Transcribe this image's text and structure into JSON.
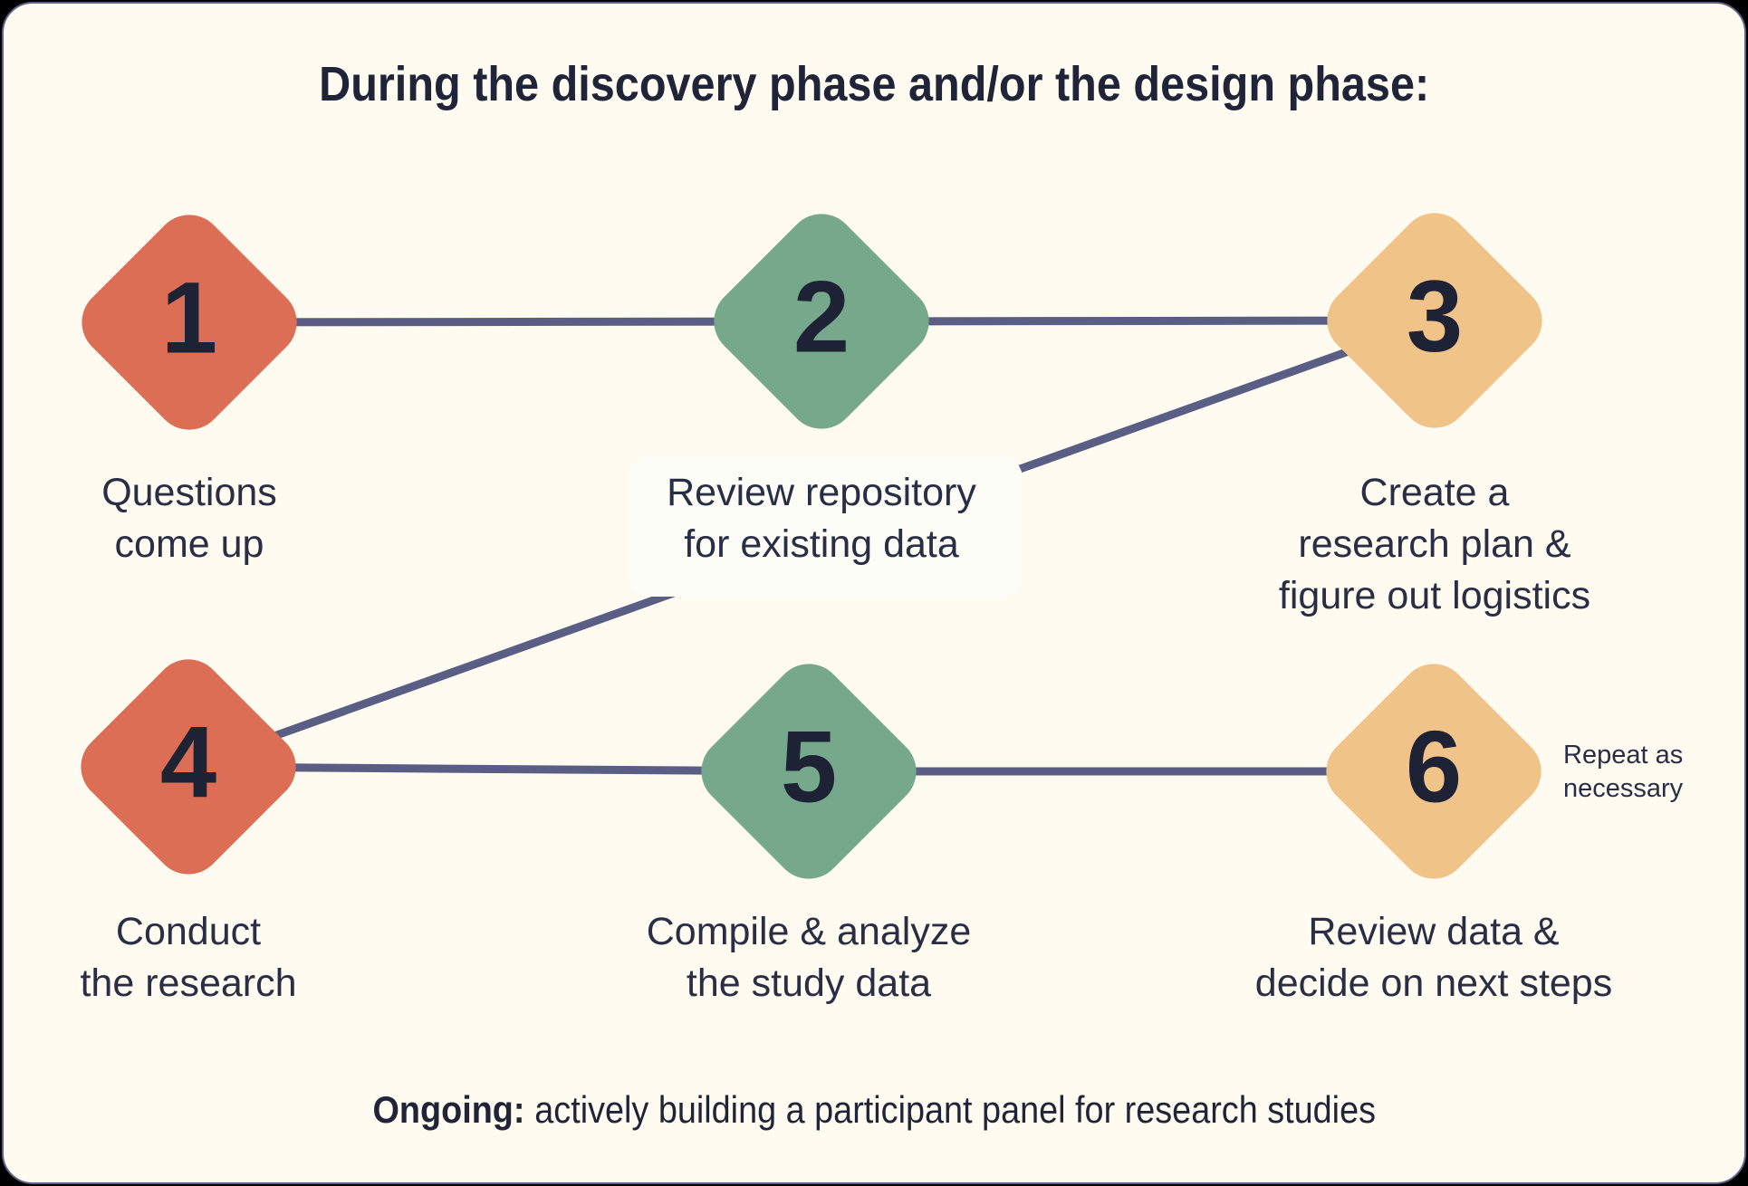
{
  "title": "During the discovery phase and/or the design phase:",
  "steps": [
    {
      "number": "1",
      "label": "Questions\ncome up",
      "color": "#DC6E55"
    },
    {
      "number": "2",
      "label": "Review repository\nfor existing data",
      "color": "#76A98C"
    },
    {
      "number": "3",
      "label": "Create a\nresearch plan &\nfigure out logistics",
      "color": "#F0C489"
    },
    {
      "number": "4",
      "label": "Conduct\nthe research",
      "color": "#DC6E55"
    },
    {
      "number": "5",
      "label": "Compile & analyze\nthe study data",
      "color": "#76A98C"
    },
    {
      "number": "6",
      "label": "Review data &\ndecide on next steps",
      "color": "#F0C489"
    }
  ],
  "side_note": "Repeat as\nnecessary",
  "footer": {
    "lead": "Ongoing:",
    "text": "actively building a participant panel for research studies"
  },
  "colors": {
    "canvas_background": "#FFFBF0",
    "panel_border": "#5F6387",
    "connector": "#5A5E84",
    "label_text": "#2A2E45",
    "number_text": "#1E2235",
    "step_red": "#DC6E55",
    "step_green": "#76A98C",
    "step_orange": "#F0C489",
    "label_card": "#FDFDF8"
  }
}
